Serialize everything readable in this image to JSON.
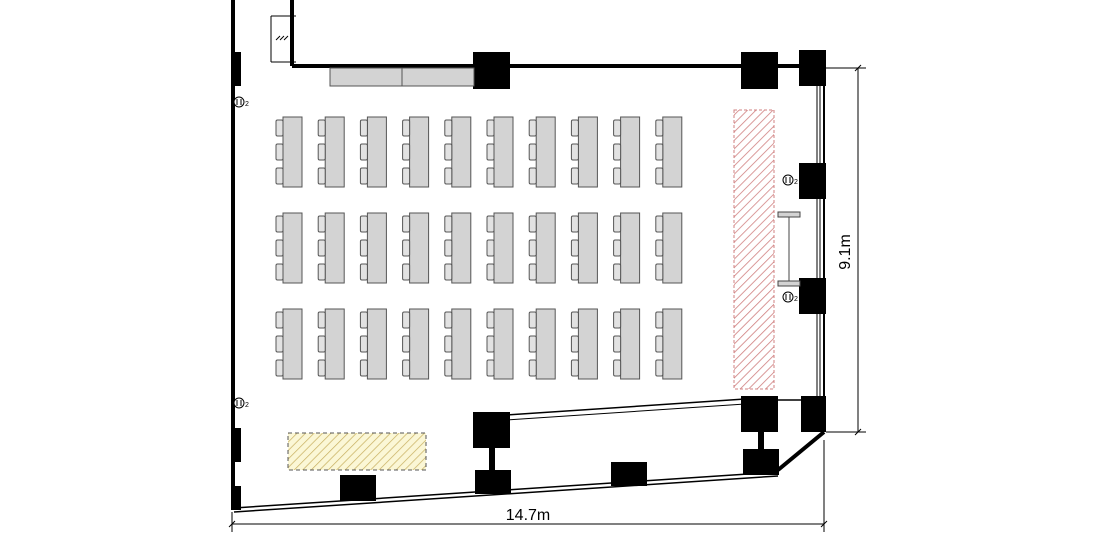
{
  "floor_plan": {
    "dimensions": {
      "width_label": "14.7m",
      "depth_label": "9.1m"
    },
    "outlet_label": "2",
    "seating": {
      "rows": 3,
      "columns": 10,
      "chairs_per_table": 3,
      "table_color": "#d3d3d3"
    },
    "stage_hatch_color": "#d08080",
    "storage_hatch_color": "#c8b060",
    "storage_fill_color": "#fbf7d6",
    "wall_color": "#000000"
  }
}
